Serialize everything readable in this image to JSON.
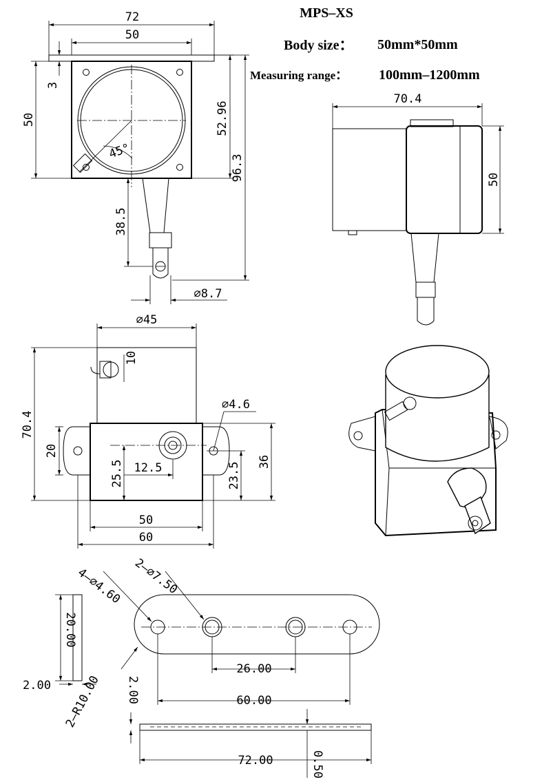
{
  "header": {
    "model": "MPS–XS",
    "body_size_label": "Body size：",
    "body_size_value": "50mm*50mm",
    "range_label": "Measuring range：",
    "range_value": "100mm–1200mm"
  },
  "front_view": {
    "width_total": "72",
    "width_body": "50",
    "height_body": "50",
    "flange_thick": "3",
    "dim_52_96": "52.96",
    "dim_96_3": "96.3",
    "dim_38_5": "38.5",
    "angle": "45°",
    "dia_8_7": "⌀8.7"
  },
  "side_view": {
    "length": "70.4",
    "height": "50"
  },
  "top_view": {
    "dia_45": "⌀45",
    "dim_10": "10",
    "dim_70_4": "70.4",
    "dim_20": "20",
    "dia_4_6": "⌀4.6",
    "dim_12_5": "12.5",
    "dim_25_5": "25.5",
    "dim_23_5": "23.5",
    "dim_36": "36",
    "dim_50": "50",
    "dim_60": "60"
  },
  "bracket_view": {
    "holes_small": "4–⌀4.60",
    "holes_large": "2–⌀7.50",
    "dim_20": "20.00",
    "dim_2_left": "2.00",
    "dim_2_vert": "2.00",
    "radius": "2–R10.00",
    "dim_26": "26.00",
    "dim_60": "60.00",
    "dim_72": "72.00",
    "dim_0_5": "0.50"
  }
}
